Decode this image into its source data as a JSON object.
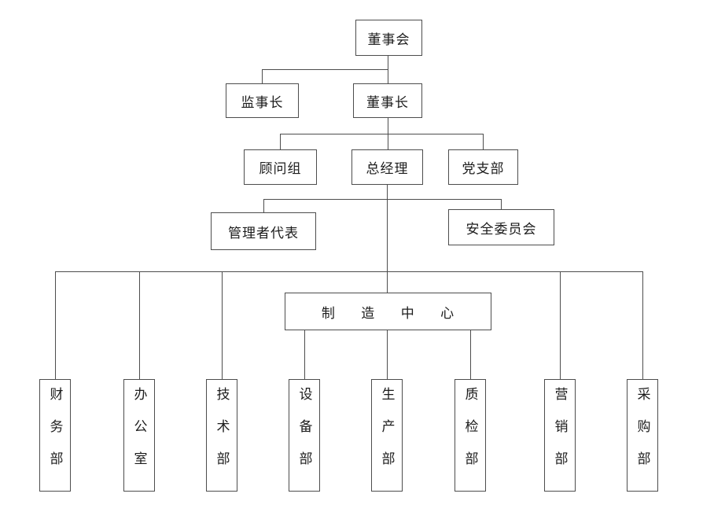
{
  "diagram_type": "org-chart",
  "colors": {
    "background": "#ffffff",
    "line": "#4d4d4d",
    "text": "#1c1c1c"
  },
  "nodes": {
    "board": "董事会",
    "supervisor": "监事长",
    "chairman": "董事长",
    "advisory": "顾问组",
    "gm": "总经理",
    "party": "党支部",
    "mgmt_rep": "管理者代表",
    "safety": "安全委员会",
    "mfg_center": "制 造 中 心",
    "finance": "财务部",
    "office": "办公室",
    "tech": "技术部",
    "equipment": "设备部",
    "production": "生产部",
    "quality": "质检部",
    "marketing": "营销部",
    "purchasing": "采购部"
  },
  "edges": [
    [
      "board",
      "supervisor"
    ],
    [
      "board",
      "chairman"
    ],
    [
      "chairman",
      "advisory"
    ],
    [
      "chairman",
      "gm"
    ],
    [
      "chairman",
      "party"
    ],
    [
      "gm",
      "mgmt_rep"
    ],
    [
      "gm",
      "safety"
    ],
    [
      "gm",
      "mfg_center"
    ],
    [
      "gm",
      "finance"
    ],
    [
      "gm",
      "office"
    ],
    [
      "gm",
      "tech"
    ],
    [
      "gm",
      "marketing"
    ],
    [
      "gm",
      "purchasing"
    ],
    [
      "mfg_center",
      "equipment"
    ],
    [
      "mfg_center",
      "production"
    ],
    [
      "mfg_center",
      "quality"
    ]
  ]
}
